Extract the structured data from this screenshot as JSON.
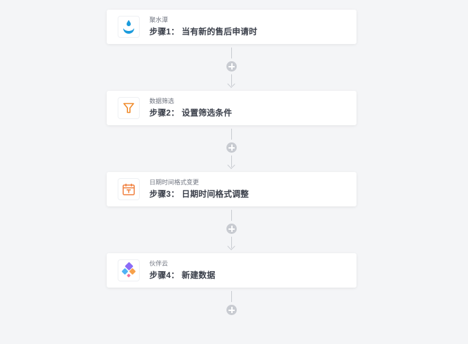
{
  "workflow": {
    "steps": [
      {
        "app_name": "聚水潭",
        "title": "步骤1： 当有新的售后申请时",
        "icon": "water-drop-icon",
        "icon_color": "#1a9bdc"
      },
      {
        "app_name": "数据筛选",
        "title": "步骤2： 设置筛选条件",
        "icon": "filter-funnel-icon",
        "icon_color": "#f08a2a"
      },
      {
        "app_name": "日期时间格式变更",
        "title": "步骤3： 日期时间格式调整",
        "icon": "calendar-icon",
        "icon_color": "#f07f3c"
      },
      {
        "app_name": "伙伴云",
        "title": "步骤4： 新建数据",
        "icon": "huoban-cloud-logo-icon",
        "icon_colors": [
          "#8b6cf6",
          "#4fb3f5",
          "#f7a14a",
          "#f2719a"
        ]
      }
    ],
    "connector": {
      "add_icon": "plus-circle-icon",
      "arrow_icon": "arrow-down-icon",
      "line_color": "#c8cbd1"
    }
  },
  "colors": {
    "background": "#f4f5f7",
    "card_background": "#ffffff",
    "title_text": "#3a3f4a",
    "subtitle_text": "#707580"
  }
}
